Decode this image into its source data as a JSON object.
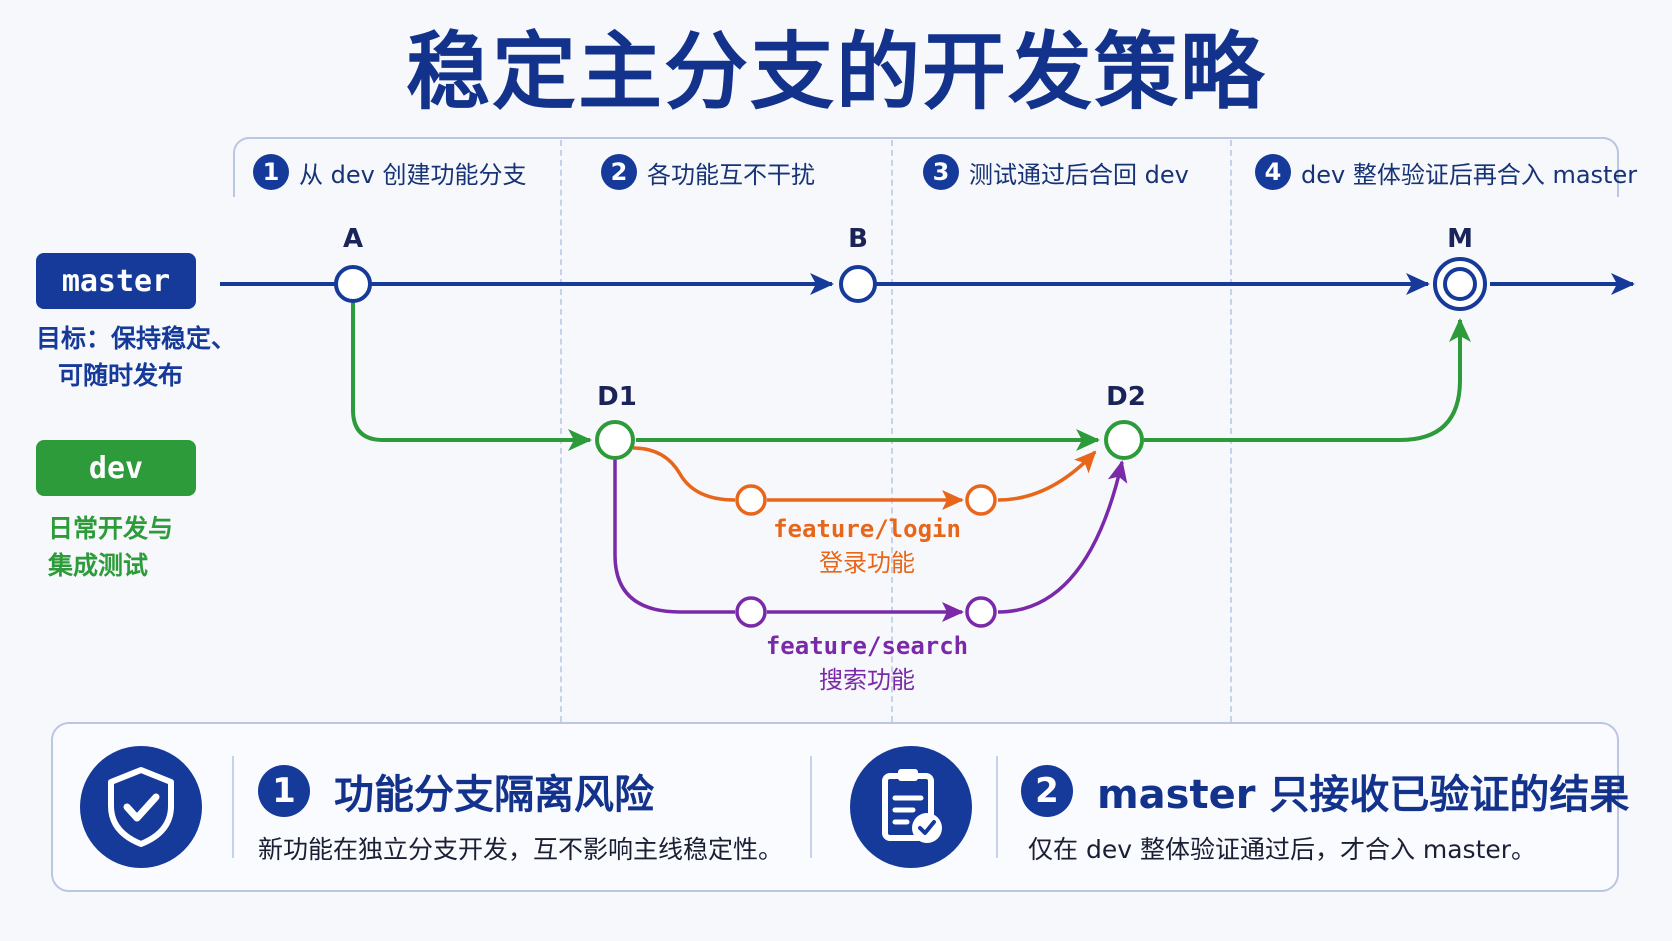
{
  "title": "稳定主分支的开发策略",
  "steps": [
    {
      "num": "1",
      "text": "从 dev 创建功能分支"
    },
    {
      "num": "2",
      "text": "各功能互不干扰"
    },
    {
      "num": "3",
      "text": "测试通过后合回 dev"
    },
    {
      "num": "4",
      "text": "dev 整体验证后再合入 master"
    }
  ],
  "branches": {
    "master": {
      "label": "master",
      "desc_line1": "目标：保持稳定、",
      "desc_line2": "可随时发布",
      "color": "#163a99"
    },
    "dev": {
      "label": "dev",
      "desc_line1": "日常开发与",
      "desc_line2": "集成测试",
      "color": "#2e9b3a"
    }
  },
  "nodes": {
    "a": "A",
    "b": "B",
    "m": "M",
    "d1": "D1",
    "d2": "D2"
  },
  "features": [
    {
      "name": "feature/login",
      "desc": "登录功能",
      "color": "#e8661a"
    },
    {
      "name": "feature/search",
      "desc": "搜索功能",
      "color": "#7a2aa8"
    }
  ],
  "bottom": [
    {
      "num": "1",
      "title": "功能分支隔离风险",
      "desc": "新功能在独立分支开发，互不影响主线稳定性。",
      "icon": "shield-check-icon"
    },
    {
      "num": "2",
      "title": "master 只接收已验证的结果",
      "desc": "仅在 dev 整体验证通过后，才合入 master。",
      "icon": "clipboard-check-icon"
    }
  ]
}
